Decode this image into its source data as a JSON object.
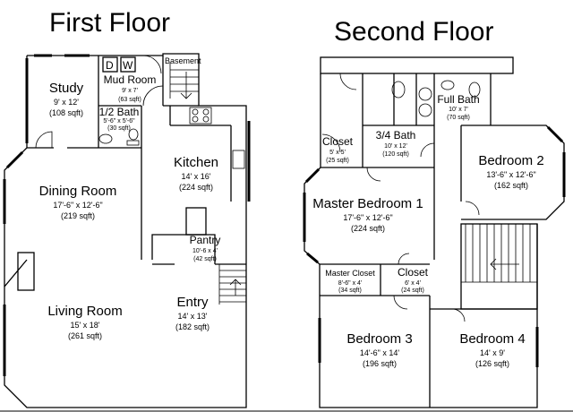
{
  "first_floor": {
    "title": "First Floor",
    "rooms": [
      {
        "name": "Study",
        "size": "9' x 12'",
        "area": "(108 sqft)"
      },
      {
        "name": "Mud Room",
        "size": "9' x 7'",
        "area": "(63 sqft)"
      },
      {
        "name": "1/2 Bath",
        "size": "5'-6\" x 5'-6\"",
        "area": "(30 sqft)"
      },
      {
        "name": "Kitchen",
        "size": "14' x 16'",
        "area": "(224 sqft)"
      },
      {
        "name": "Dining Room",
        "size": "17'-6\" x 12'-6\"",
        "area": "(219 sqft)"
      },
      {
        "name": "Pantry",
        "size": "10'-6 x 4'",
        "area": "(42 sqft)"
      },
      {
        "name": "Living Room",
        "size": "15' x 18'",
        "area": "(261 sqft)"
      },
      {
        "name": "Entry",
        "size": "14' x 13'",
        "area": "(182 sqft)"
      }
    ],
    "basement_label": "Basement",
    "appliances": {
      "dryer": "D",
      "washer": "W"
    }
  },
  "second_floor": {
    "title": "Second Floor",
    "rooms": [
      {
        "name": "Closet",
        "size": "5' x 5'",
        "area": "(25 sqft)"
      },
      {
        "name": "3/4 Bath",
        "size": "10' x 12'",
        "area": "(120 sqft)"
      },
      {
        "name": "Full Bath",
        "size": "10' x 7'",
        "area": "(70 sqft)"
      },
      {
        "name": "Bedroom 2",
        "size": "13'-6\" x 12'-6\"",
        "area": "(162 sqft)"
      },
      {
        "name": "Master Bedroom 1",
        "size": "17'-6\" x 12'-6\"",
        "area": "(224 sqft)"
      },
      {
        "name": "Master Closet",
        "size": "8'-6\" x 4'",
        "area": "(34 sqft)"
      },
      {
        "name": "Closet",
        "size": "6' x 4'",
        "area": "(24 sqft)"
      },
      {
        "name": "Bedroom 3",
        "size": "14'-6\" x 14'",
        "area": "(196 sqft)"
      },
      {
        "name": "Bedroom 4",
        "size": "14' x 9'",
        "area": "(126 sqft)"
      }
    ]
  }
}
